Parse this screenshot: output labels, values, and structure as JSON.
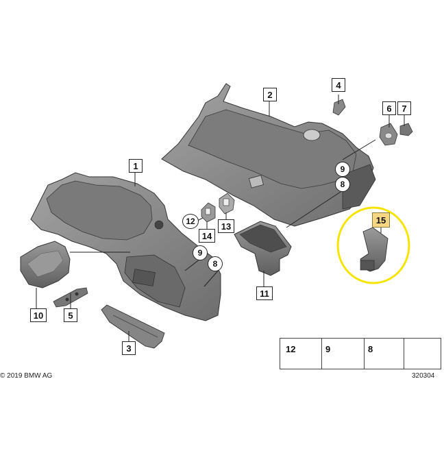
{
  "callouts": {
    "c1": "1",
    "c2": "2",
    "c3": "3",
    "c4": "4",
    "c5": "5",
    "c6": "6",
    "c7": "7",
    "c8a": "8",
    "c8b": "8",
    "c9a": "9",
    "c9b": "9",
    "c10": "10",
    "c11": "11",
    "c12": "12",
    "c13": "13",
    "c14": "14",
    "c15": "15"
  },
  "legend": {
    "n12": "12",
    "n9": "9",
    "n8": "8"
  },
  "footer": {
    "copyright": "© 2019 BMW AG",
    "diagram_number": "320304"
  },
  "colors": {
    "part_fill": "#8a8a8a",
    "part_dark": "#5e5e5e",
    "highlight_ring": "#f5e400",
    "highlight_box": "#f5d783"
  }
}
